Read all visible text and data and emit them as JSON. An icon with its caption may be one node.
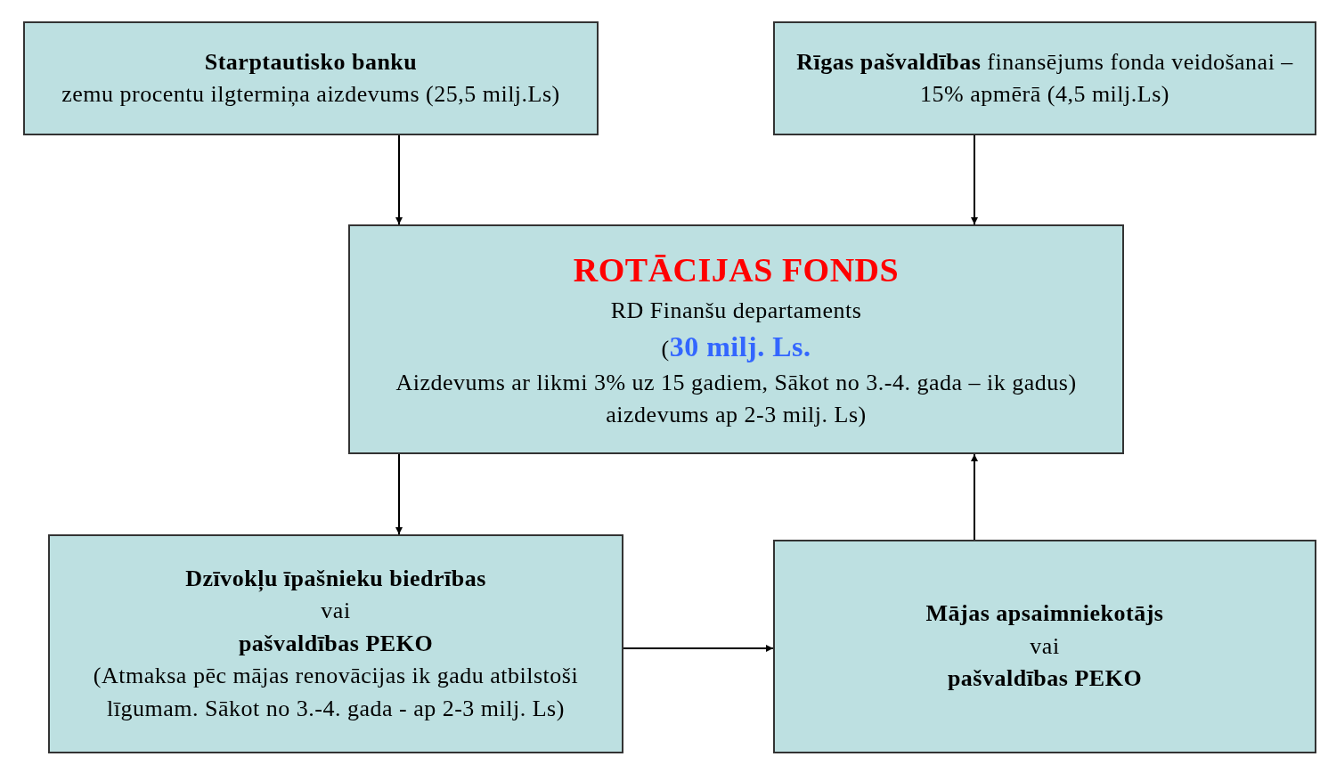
{
  "diagram": {
    "nodes": [
      {
        "text": [
          "Starptautisko banku",
          "zemu procentu ilgtermiņa aizdevums (25,5 milj.Ls)"
        ]
      },
      {
        "text": [
          "**Rīgas pašvaldības** finansējums fonda veidošanai – 15% apmērā (4,5 milj.Ls)"
        ]
      },
      {
        "text": [
          "ROTĀCIJAS FONDS",
          "RD Finanšu departaments",
          "(**30 milj. Ls.**",
          "Aizdevums ar likmi 3% uz 15 gadiem, Sākot no 3.-4. gada – ik gadus)",
          "aizdevums ap 2-3 milj. Ls)"
        ]
      },
      {
        "text": [
          "Dzīvokļu īpašnieku biedrības",
          "vai",
          "pašvaldības PEKO",
          "(Atmaksa pēc mājas renovācijas ik gadu atbilstoši līgumam. Sākot no 3.-4. gada - ap 2-3 milj. Ls)"
        ]
      },
      {
        "text": [
          "Mājas apsaimniekotājs",
          "vai",
          "pašvaldības PEKO"
        ]
      }
    ],
    "edges": [
      {
        "from": 0,
        "to": 2,
        "arrow": "to"
      },
      {
        "from": 1,
        "to": 2,
        "arrow": "to"
      },
      {
        "from": 2,
        "to": 3,
        "arrow": "to"
      },
      {
        "from": 3,
        "to": 4,
        "arrow": "to"
      },
      {
        "from": 4,
        "to": 2,
        "arrow": "to"
      }
    ]
  }
}
